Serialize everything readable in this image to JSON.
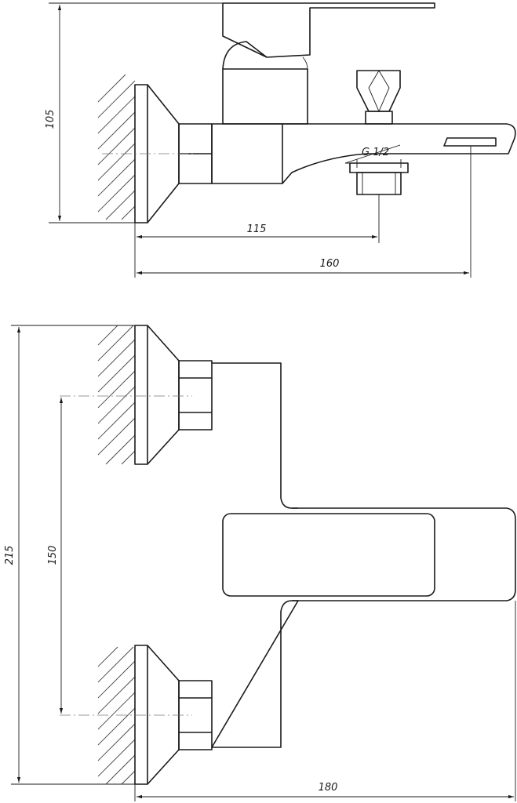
{
  "dimensions": {
    "side_height": "105",
    "side_inlet": "115",
    "side_spout": "160",
    "thread": "G 1/2",
    "front_height": "215",
    "front_centers": "150",
    "front_width": "180"
  },
  "colors": {
    "line": "#1a1a1a",
    "background": "#ffffff"
  }
}
